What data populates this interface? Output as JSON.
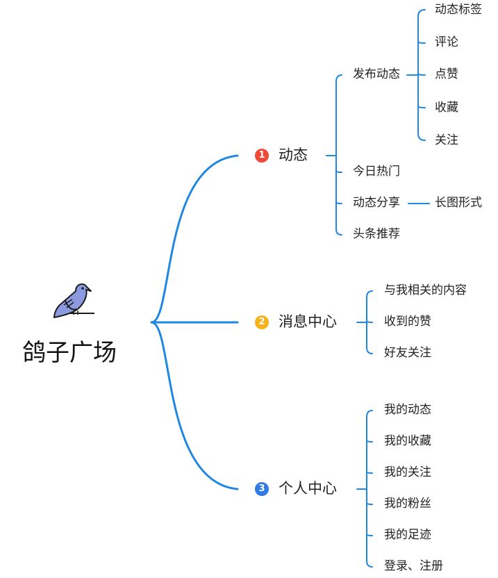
{
  "root": {
    "title": "鸽子广场",
    "icon": "bird-icon"
  },
  "colors": {
    "line": "#1e86e3",
    "badge1": "#f0493a",
    "badge2": "#f7b21b",
    "badge3": "#2f7be6",
    "bird_body": "#8c9be0",
    "bird_outline": "#1d1d1d"
  },
  "branches": [
    {
      "badge": "1",
      "label": "动态",
      "children": [
        {
          "label": "发布动态",
          "children": [
            "动态标签",
            "评论",
            "点赞",
            "收藏",
            "关注"
          ]
        },
        {
          "label": "今日热门"
        },
        {
          "label": "动态分享",
          "children": [
            "长图形式"
          ]
        },
        {
          "label": "头条推荐"
        }
      ]
    },
    {
      "badge": "2",
      "label": "消息中心",
      "children": [
        {
          "label": "与我相关的内容"
        },
        {
          "label": "收到的赞"
        },
        {
          "label": "好友关注"
        }
      ]
    },
    {
      "badge": "3",
      "label": "个人中心",
      "children": [
        {
          "label": "我的动态"
        },
        {
          "label": "我的收藏"
        },
        {
          "label": "我的关注"
        },
        {
          "label": "我的粉丝"
        },
        {
          "label": "我的足迹"
        },
        {
          "label": "登录、注册"
        }
      ]
    }
  ]
}
